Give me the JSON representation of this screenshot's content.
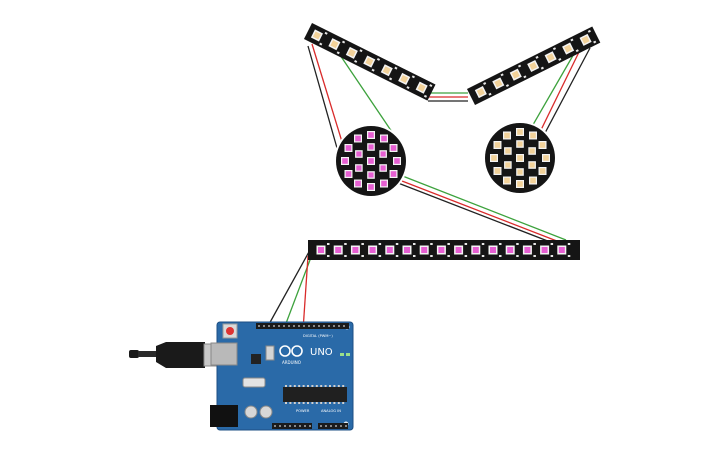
{
  "colors": {
    "background": "#ffffff",
    "strip": "#151515",
    "led_warm": "#f2d29a",
    "led_pink": "#e65fd2",
    "board": "#2a6aa8",
    "board_dark": "#1d4f83",
    "wire_red": "#d92b2b",
    "wire_green": "#3da23d",
    "wire_black": "#222222"
  },
  "arduino": {
    "brand": "ARDUINO",
    "model": "UNO",
    "digital_label": "DIGITAL (PWM~)",
    "power_label": "POWER",
    "analog_label": "ANALOG IN"
  },
  "components": {
    "strips": [
      {
        "id": "upper-left",
        "leds": 7,
        "color": "warm"
      },
      {
        "id": "upper-right",
        "leds": 7,
        "color": "warm"
      },
      {
        "id": "bottom",
        "leds": 15,
        "color": "pink"
      }
    ],
    "rings": [
      {
        "id": "left",
        "outer": 12,
        "inner": 6,
        "color": "pink"
      },
      {
        "id": "right",
        "outer": 12,
        "inner": 6,
        "color": "warm"
      }
    ]
  }
}
